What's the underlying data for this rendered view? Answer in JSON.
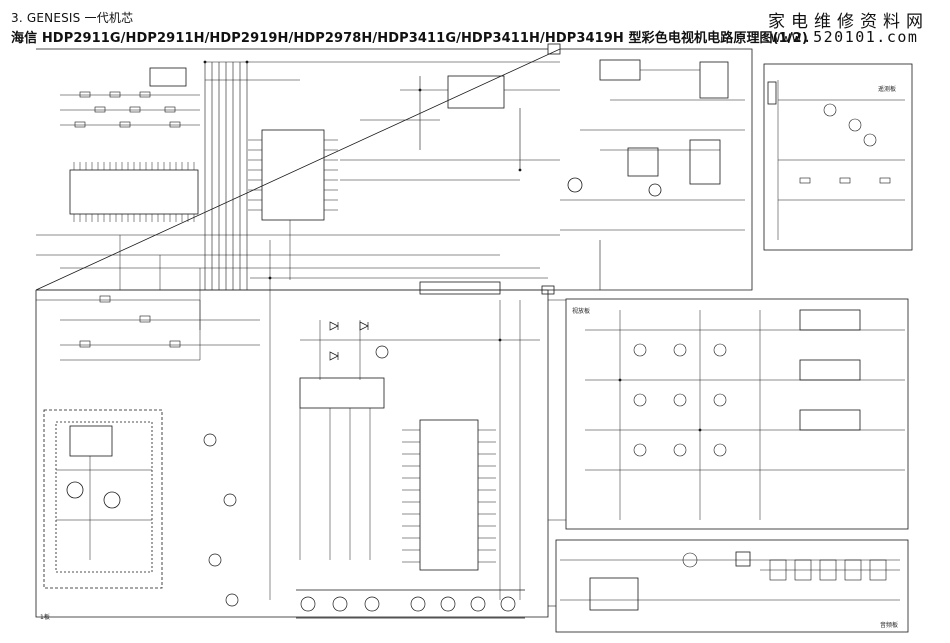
{
  "header": {
    "line1": "3. GENESIS 一代机芯",
    "line2": "海信 HDP2911G/HDP2911H/HDP2919H/HDP2978H/HDP3411G/HDP3411H/HDP3419H 型彩色电视机电路原理图(1/2)"
  },
  "watermark": {
    "name": "家电维修资料网",
    "url": "www.520101.com"
  },
  "panels": {
    "small_label_left": "1板",
    "right_top_label": "遥测板",
    "right_mid_label": "视放板",
    "right_bottom_label": "音频板"
  }
}
